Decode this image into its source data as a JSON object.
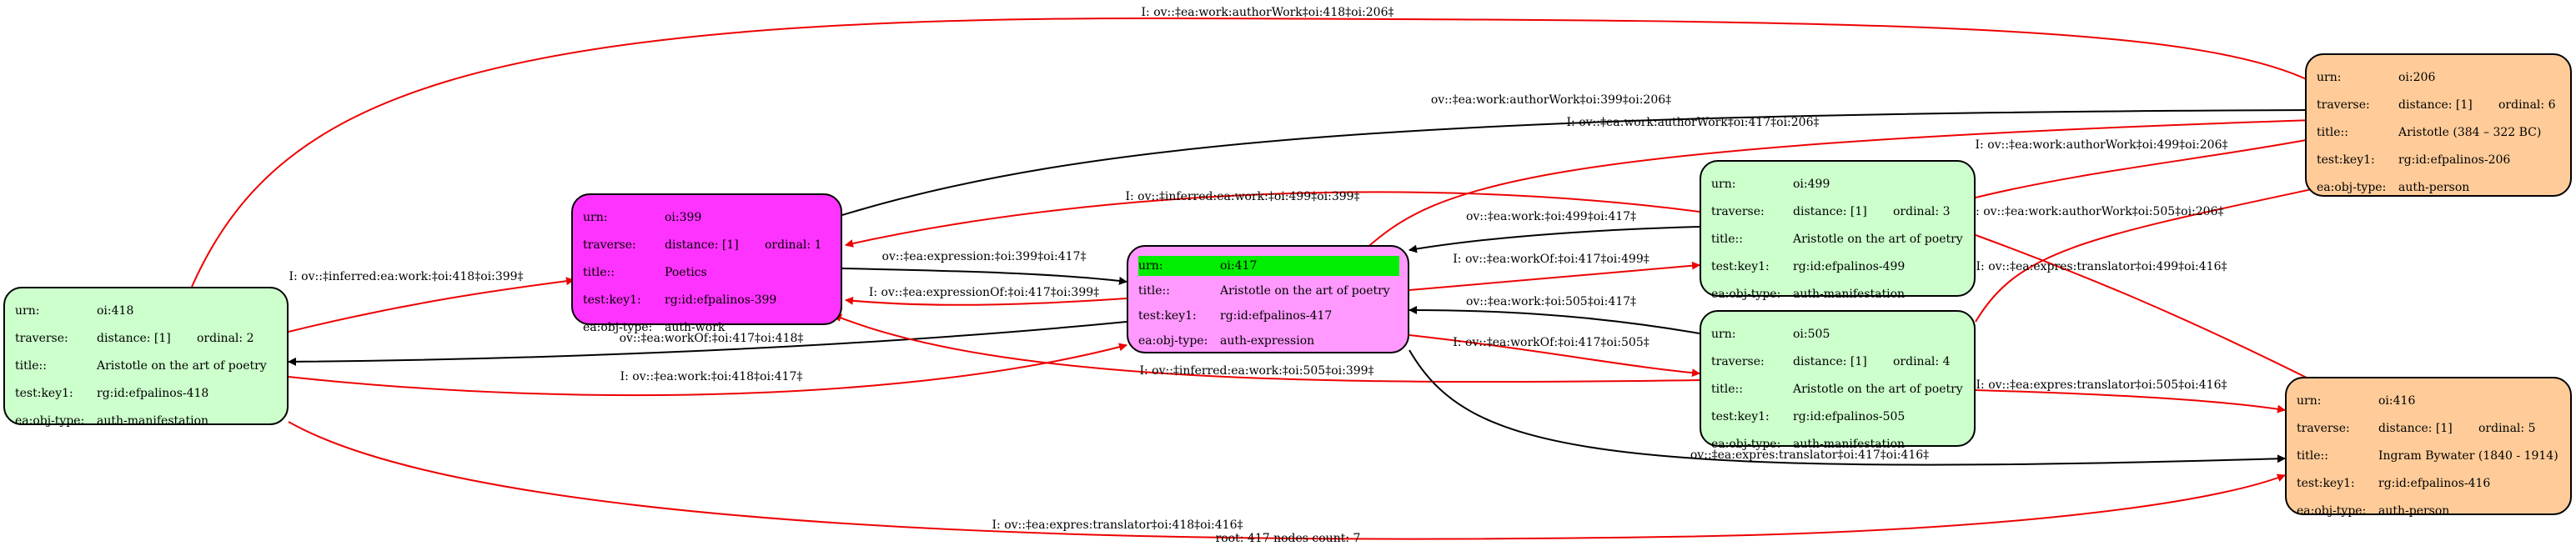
{
  "colors": {
    "manifestation": "#ccffcc",
    "work": "#ff33ff",
    "expression": "#ff99ff",
    "person": "#ffcc99",
    "root_highlight": "#00ee00",
    "edge_red": "#ee0000",
    "edge_black": "#000000"
  },
  "nodes": {
    "n418": {
      "urn_k": "urn:",
      "urn_v": "oi:418",
      "trav_k": "traverse:",
      "trav_d": "distance: [1]",
      "trav_o": "ordinal: 2",
      "title_k": "title::",
      "title_v": "Aristotle on the art of poetry",
      "key_k": "test:key1:",
      "key_v": "rg:id:efpalinos-418",
      "type_k": "ea:obj-type:",
      "type_v": "auth-manifestation"
    },
    "n399": {
      "urn_k": "urn:",
      "urn_v": "oi:399",
      "trav_k": "traverse:",
      "trav_d": "distance: [1]",
      "trav_o": "ordinal: 1",
      "title_k": "title::",
      "title_v": "Poetics",
      "key_k": "test:key1:",
      "key_v": "rg:id:efpalinos-399",
      "type_k": "ea:obj-type:",
      "type_v": "auth-work"
    },
    "n417": {
      "urn_k": "urn:",
      "urn_v": "oi:417",
      "title_k": "title::",
      "title_v": "Aristotle on the art of poetry",
      "key_k": "test:key1:",
      "key_v": "rg:id:efpalinos-417",
      "type_k": "ea:obj-type:",
      "type_v": "auth-expression"
    },
    "n499": {
      "urn_k": "urn:",
      "urn_v": "oi:499",
      "trav_k": "traverse:",
      "trav_d": "distance: [1]",
      "trav_o": "ordinal: 3",
      "title_k": "title::",
      "title_v": "Aristotle on the art of poetry",
      "key_k": "test:key1:",
      "key_v": "rg:id:efpalinos-499",
      "type_k": "ea:obj-type:",
      "type_v": "auth-manifestation"
    },
    "n505": {
      "urn_k": "urn:",
      "urn_v": "oi:505",
      "trav_k": "traverse:",
      "trav_d": "distance: [1]",
      "trav_o": "ordinal: 4",
      "title_k": "title::",
      "title_v": "Aristotle on the art of poetry",
      "key_k": "test:key1:",
      "key_v": "rg:id:efpalinos-505",
      "type_k": "ea:obj-type:",
      "type_v": "auth-manifestation"
    },
    "n206": {
      "urn_k": "urn:",
      "urn_v": "oi:206",
      "trav_k": "traverse:",
      "trav_d": "distance: [1]",
      "trav_o": "ordinal: 6",
      "title_k": "title::",
      "title_v": "Aristotle (384 – 322 BC)",
      "key_k": "test:key1:",
      "key_v": "rg:id:efpalinos-206",
      "type_k": "ea:obj-type:",
      "type_v": "auth-person"
    },
    "n416": {
      "urn_k": "urn:",
      "urn_v": "oi:416",
      "trav_k": "traverse:",
      "trav_d": "distance: [1]",
      "trav_o": "ordinal: 5",
      "title_k": "title::",
      "title_v": "Ingram Bywater (1840 - 1914)",
      "key_k": "test:key1:",
      "key_v": "rg:id:efpalinos-416",
      "type_k": "ea:obj-type:",
      "type_v": "auth-person"
    }
  },
  "edges": [
    {
      "label": "I: ov::‡ea:work:authorWork‡oi:418‡oi:206‡",
      "color": "red"
    },
    {
      "label": "ov::‡ea:work:authorWork‡oi:399‡oi:206‡",
      "color": "black"
    },
    {
      "label": "I: ov::‡ea:work:authorWork‡oi:417‡oi:206‡",
      "color": "red"
    },
    {
      "label": "I: ov::‡ea:work:authorWork‡oi:499‡oi:206‡",
      "color": "red"
    },
    {
      "label": "I: ov::‡inferred:ea:work:‡oi:499‡oi:399‡",
      "color": "red"
    },
    {
      "label": "ov::‡ea:work:‡oi:499‡oi:417‡",
      "color": "black"
    },
    {
      "label": "I: ov::‡ea:work:authorWork‡oi:505‡oi:206‡",
      "color": "red"
    },
    {
      "label": "I: ov::‡inferred:ea:work:‡oi:418‡oi:399‡",
      "color": "red"
    },
    {
      "label": "ov::‡ea:expression:‡oi:399‡oi:417‡",
      "color": "black"
    },
    {
      "label": "I: ov::‡ea:workOf:‡oi:417‡oi:499‡",
      "color": "red"
    },
    {
      "label": "I: ov::‡ea:expres:translator‡oi:499‡oi:416‡",
      "color": "red"
    },
    {
      "label": "I: ov::‡ea:expressionOf:‡oi:417‡oi:399‡",
      "color": "red"
    },
    {
      "label": "ov::‡ea:workOf:‡oi:417‡oi:418‡",
      "color": "black"
    },
    {
      "label": "ov::‡ea:work:‡oi:505‡oi:417‡",
      "color": "black"
    },
    {
      "label": "I: ov::‡ea:workOf:‡oi:417‡oi:505‡",
      "color": "red"
    },
    {
      "label": "I: ov::‡ea:work:‡oi:418‡oi:417‡",
      "color": "red"
    },
    {
      "label": "I: ov::‡inferred:ea:work:‡oi:505‡oi:399‡",
      "color": "red"
    },
    {
      "label": "I: ov::‡ea:expres:translator‡oi:505‡oi:416‡",
      "color": "red"
    },
    {
      "label": "ov::‡ea:expres:translator‡oi:417‡oi:416‡",
      "color": "black"
    },
    {
      "label": "I: ov::‡ea:expres:translator‡oi:418‡oi:416‡",
      "color": "red"
    }
  ],
  "caption": "root: 417 nodes count: 7"
}
